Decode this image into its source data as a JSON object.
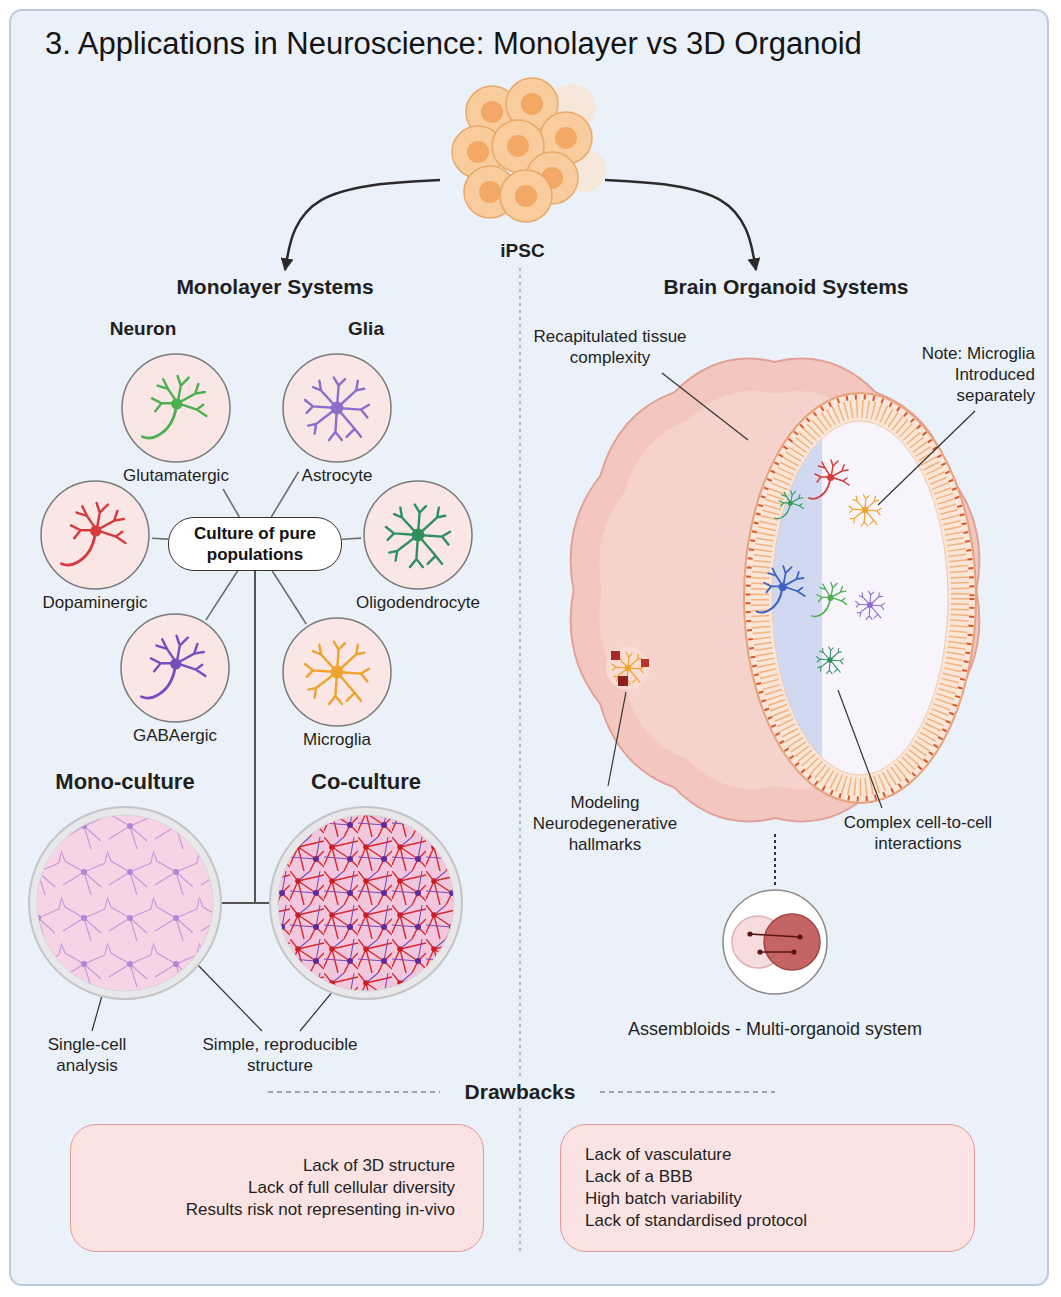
{
  "diagram": {
    "title": "3. Applications in Neuroscience: Monolayer vs 3D Organoid",
    "nodes": [
      {
        "text": [
          "iPSC"
        ]
      },
      {
        "text": [
          "Monolayer Systems"
        ]
      },
      {
        "text": [
          "Brain Organoid Systems"
        ]
      },
      {
        "text": [
          "Culture of pure populations"
        ]
      },
      {
        "text": [
          "Glutamatergic"
        ]
      },
      {
        "text": [
          "Astrocyte"
        ]
      },
      {
        "text": [
          "Dopaminergic"
        ]
      },
      {
        "text": [
          "Oligodendrocyte"
        ]
      },
      {
        "text": [
          "GABAergic"
        ]
      },
      {
        "text": [
          "Microglia"
        ]
      },
      {
        "text": [
          "Mono-culture"
        ]
      },
      {
        "text": [
          "Co-culture"
        ]
      },
      {
        "text": [
          "Assembloids - Multi-organoid system"
        ]
      },
      {
        "text": [
          "Lack of 3D structure",
          "Lack of full cellular diversity",
          "Results risk not representing in-vivo"
        ]
      },
      {
        "text": [
          "Lack of vasculature",
          "Lack of a BBB",
          "High batch variability",
          "Lack of standardised protocol"
        ]
      }
    ],
    "edges": [
      {
        "from": 0,
        "to": 1,
        "arrow": "to"
      },
      {
        "from": 0,
        "to": 2,
        "arrow": "to"
      },
      {
        "from": 4,
        "to": 3,
        "arrow": "none"
      },
      {
        "from": 5,
        "to": 3,
        "arrow": "none"
      },
      {
        "from": 6,
        "to": 3,
        "arrow": "none"
      },
      {
        "from": 7,
        "to": 3,
        "arrow": "none"
      },
      {
        "from": 8,
        "to": 3,
        "arrow": "none"
      },
      {
        "from": 9,
        "to": 3,
        "arrow": "none"
      },
      {
        "from": 3,
        "to": 10,
        "arrow": "none"
      },
      {
        "from": 3,
        "to": 11,
        "arrow": "none"
      }
    ],
    "labels": [
      "Neuron",
      "Glia",
      "Recapitulated tissue complexity",
      "Note: Microglia Introduced separately",
      "Modeling Neurodegenerative hallmarks",
      "Complex cell-to-cell interactions",
      "Single-cell analysis",
      "Simple, reproducible structure",
      "Drawbacks"
    ]
  }
}
